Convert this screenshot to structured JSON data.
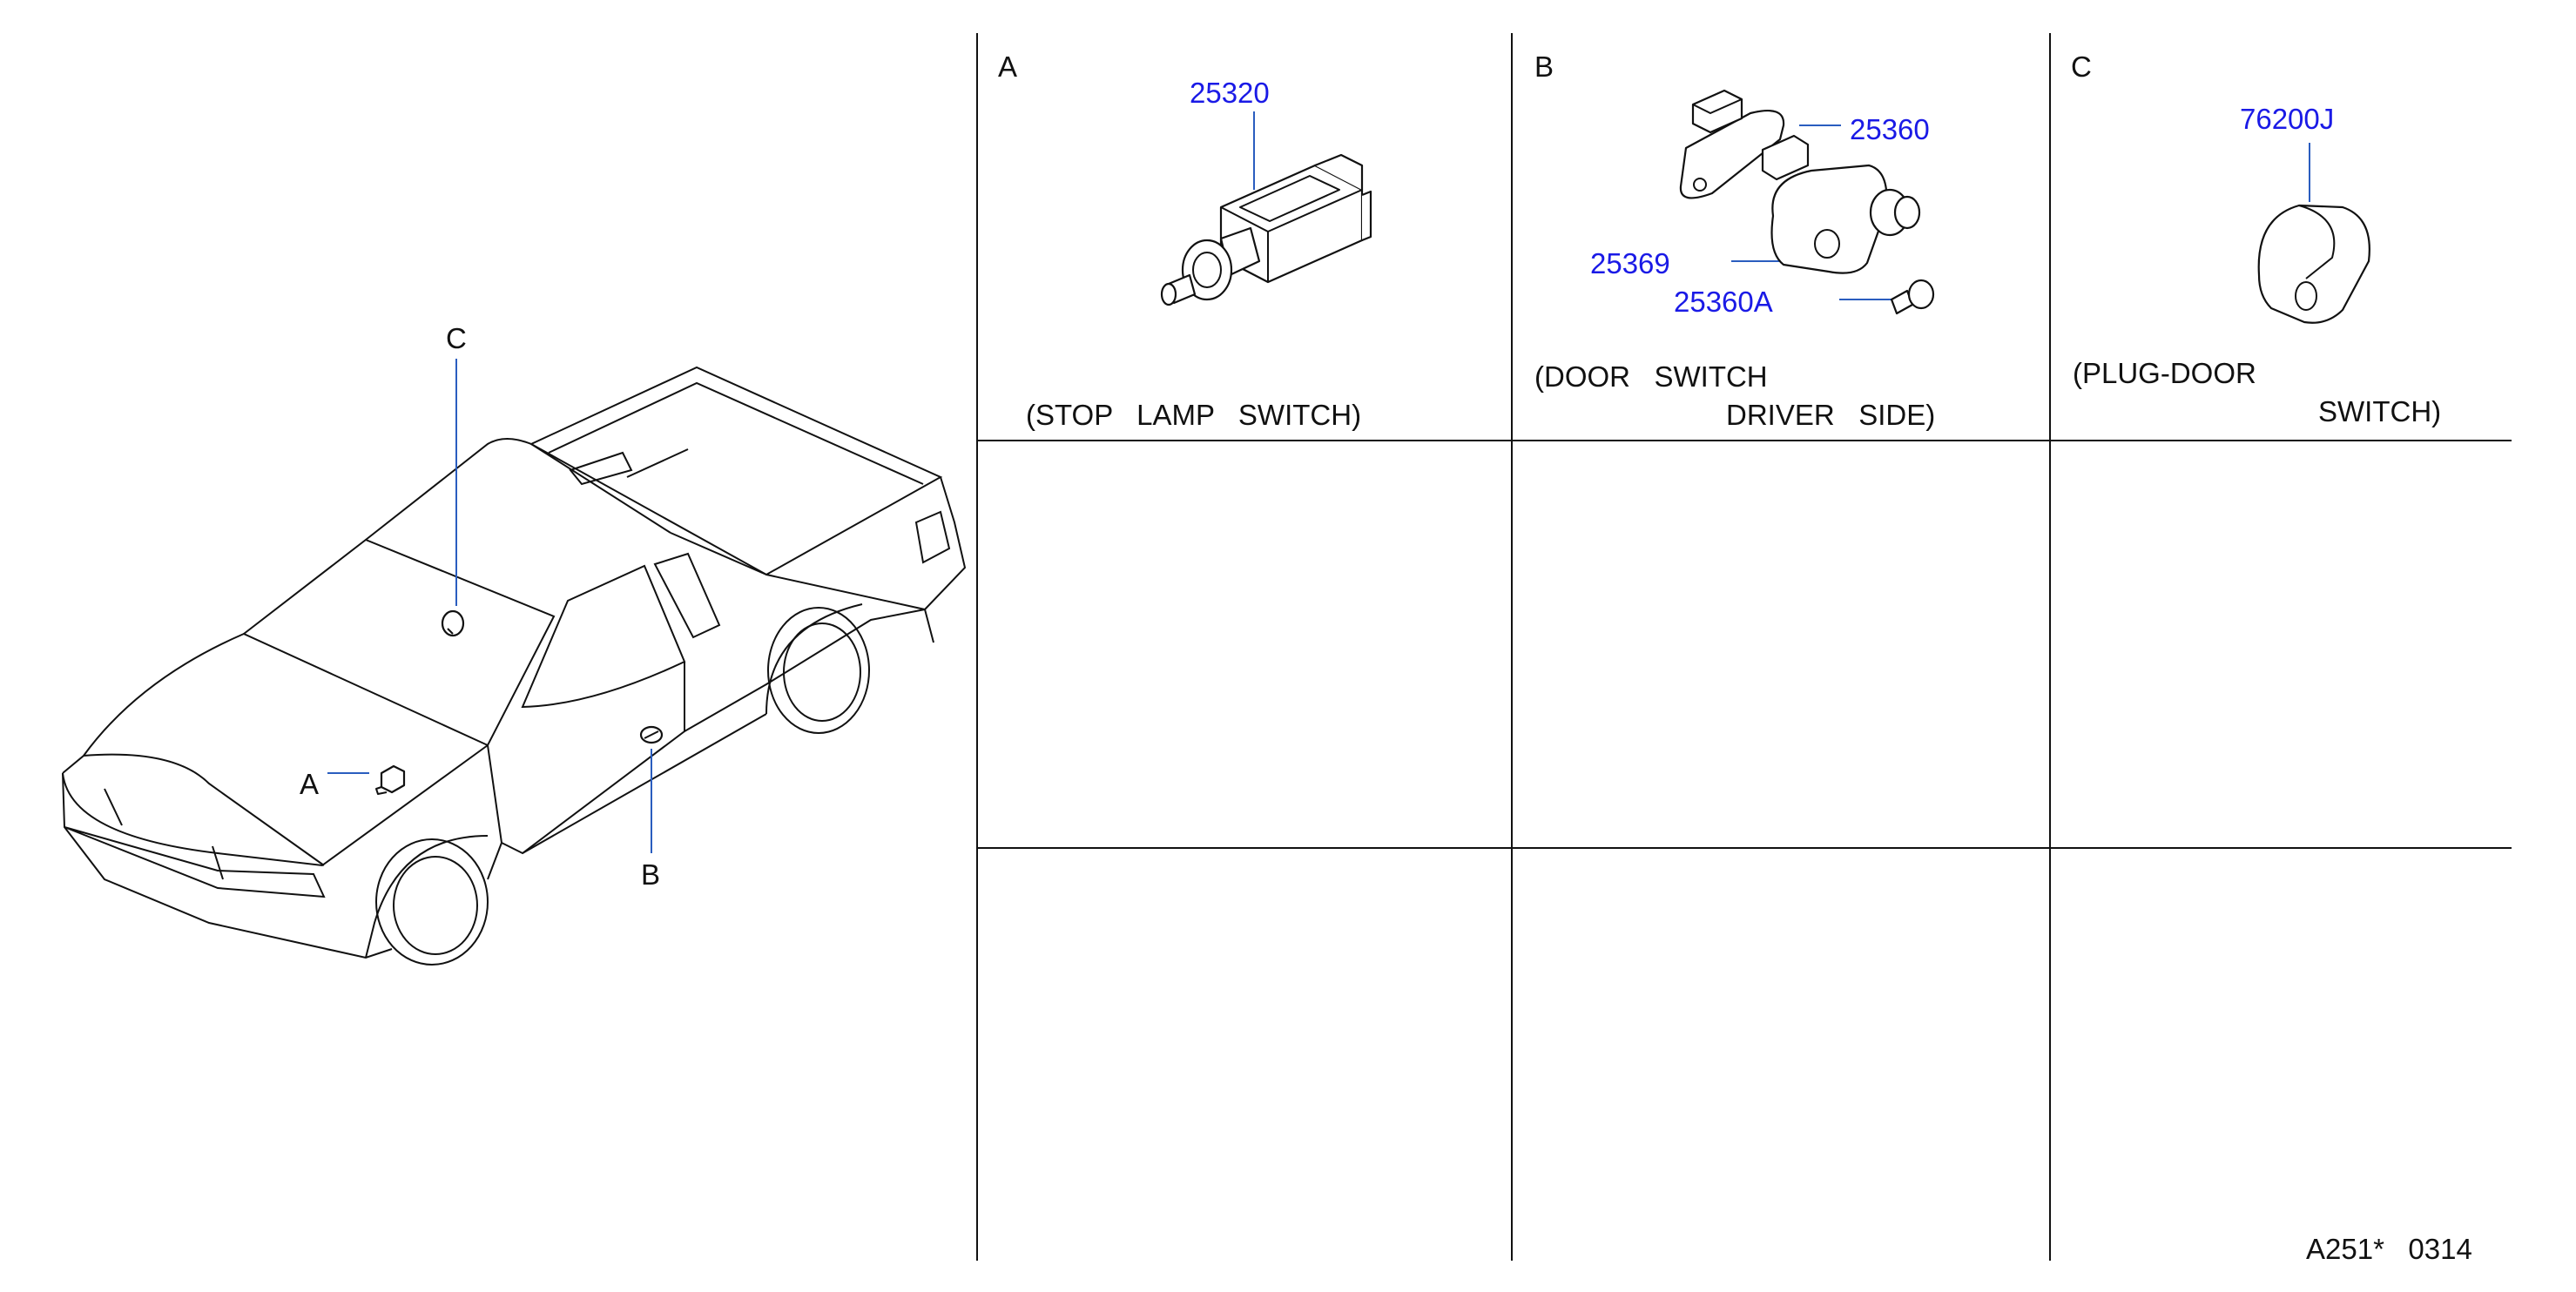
{
  "locator": {
    "callout_a": "A",
    "callout_b": "B",
    "callout_c": "C"
  },
  "panels": [
    {
      "letter": "A",
      "caption_line1": "(STOP   LAMP   SWITCH)",
      "parts": [
        "25320"
      ],
      "icon": "stop-lamp-switch-icon"
    },
    {
      "letter": "B",
      "caption_line1": "(DOOR   SWITCH",
      "caption_line2": "DRIVER   SIDE)",
      "parts": [
        "25360",
        "25369",
        "25360A"
      ],
      "icon": "door-switch-icon"
    },
    {
      "letter": "C",
      "caption_line1": "(PLUG-DOOR",
      "caption_line2": "SWITCH)",
      "parts": [
        "76200J"
      ],
      "icon": "plug-door-switch-icon"
    }
  ],
  "footer": {
    "code": "A251*   0314"
  }
}
